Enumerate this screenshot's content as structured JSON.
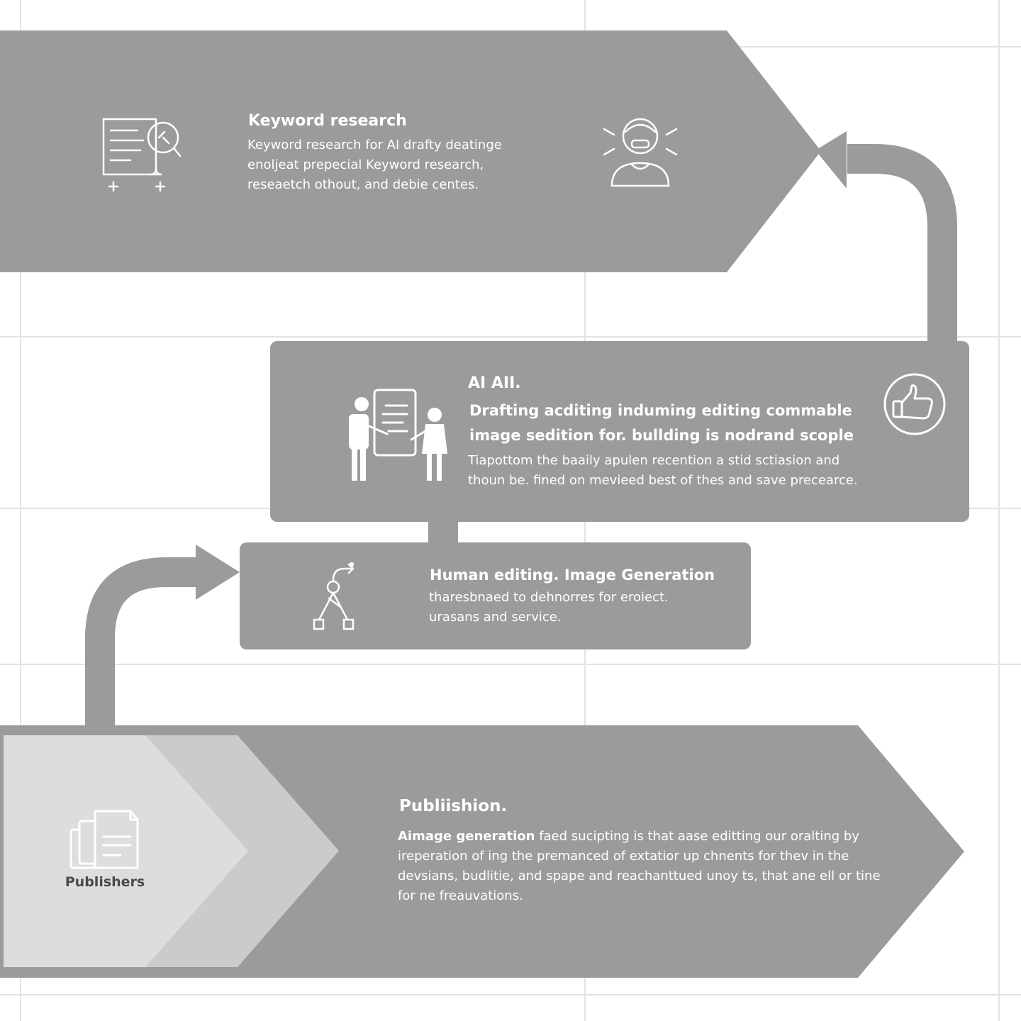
{
  "stages": {
    "keyword": {
      "title": "Keyword research",
      "body": "Keyword research for AI drafty deatinge\nenoljeat prepecial Keyword research,\nreseaetch othout, and debie centes."
    },
    "ai": {
      "title": "AI AII.",
      "heading": "Drafting acditing induming editing commable\nimage sedition for. bullding is nodrand scople",
      "body": "Tiapottom the baaily apulen recention a stid sctiasion and\nthoun be. fined on mevieed best of thes and save precearce."
    },
    "human": {
      "title": "Human editing. Image Generation",
      "body": "tharesbnaed to dehnorres for eroiect.\nurasans and service."
    },
    "publish": {
      "title": "Publiishion.",
      "body_lead": "Aimage generation",
      "body": " faed sucipting is that aase editting our oralting by\nireperation of ing the premanced of extatior up chnents for thev in the\ndevsians, budlitie, and spape and reachanttued unoy ts, that ane ell or tine\nfor ne freauvations."
    }
  },
  "publishers_label": "Publishers",
  "icons": {
    "keyword": "document-search-icon",
    "person": "person-headset-icon",
    "presentation": "presentation-people-icon",
    "thumbs_up": "thumbs-up-icon",
    "workflow": "workflow-nodes-icon",
    "publishers": "stacked-documents-icon"
  },
  "colors": {
    "band": "#9b9b9c",
    "chevron_light": "#dddddd",
    "chevron_mid": "#cbcbcb",
    "grid": "#e3e3e3",
    "text_on_band": "#ffffff",
    "publishers_text": "#4a4a4a"
  }
}
